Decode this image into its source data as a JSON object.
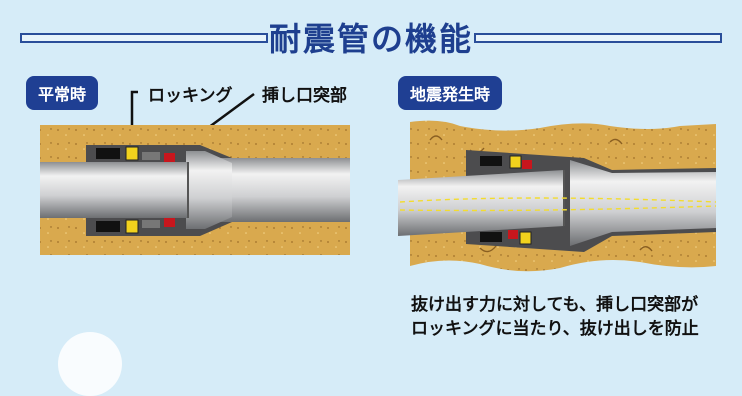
{
  "title": "耐震管の機能",
  "normal": {
    "badge": "平常時",
    "label_locking": "ロッキング",
    "label_spigot": "挿し口突部"
  },
  "earthquake": {
    "badge": "地震発生時",
    "caption_line1": "抜け出す力に対しても、挿し口突部が",
    "caption_line2": "ロッキングに当たり、抜け出しを防止"
  },
  "colors": {
    "background": "#d6ecf8",
    "title": "#1e3f8f",
    "badge": "#1f3f93",
    "soil": "#d8a94d",
    "pipe": "#c9c9c9",
    "locking": "#f2d21d",
    "spigot": "#c8161d"
  }
}
